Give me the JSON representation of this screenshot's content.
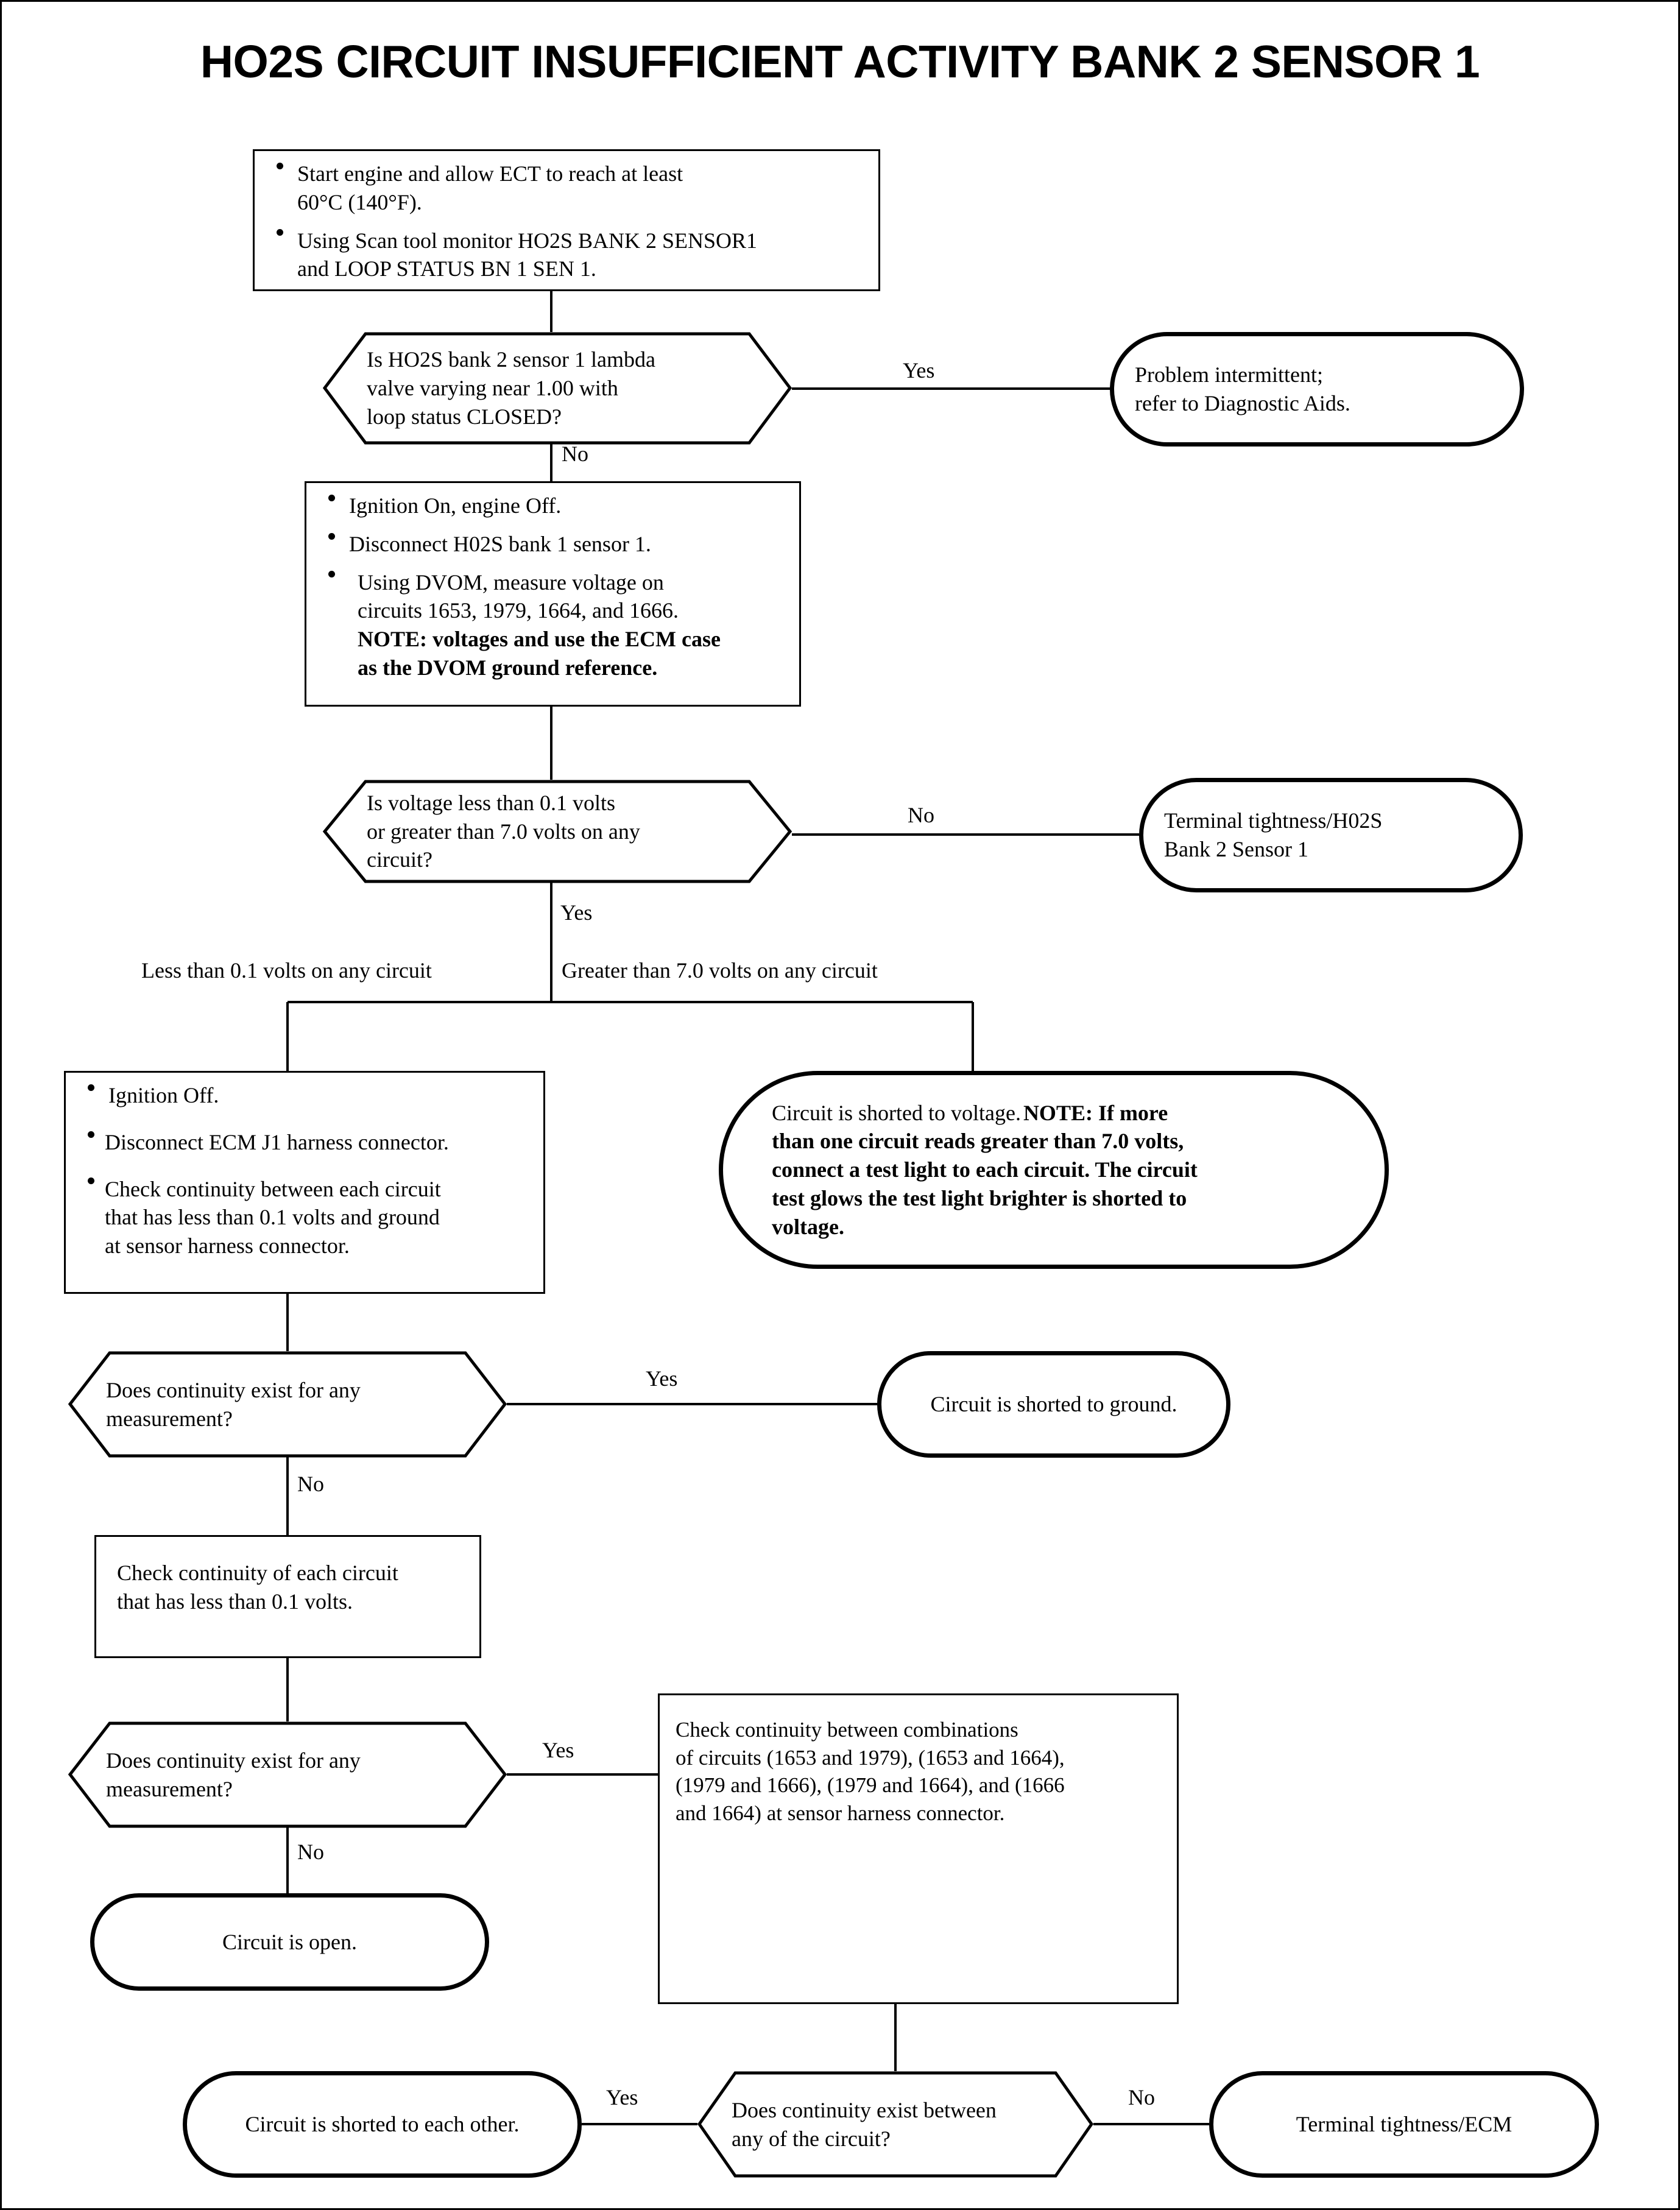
{
  "title": "HO2S CIRCUIT INSUFFICIENT ACTIVITY BANK 2 SENSOR 1",
  "colors": {
    "ink": "#000000",
    "paper": "#ffffff"
  },
  "nodes": {
    "step1": {
      "type": "process",
      "bullets": [
        "Start engine and allow ECT to reach at least 60°C (140°F).",
        "Using Scan tool monitor HO2S BANK 2 SENSOR1 and  LOOP STATUS BN 1 SEN 1."
      ],
      "b1l1": "Start engine and allow ECT to reach at least",
      "b1l2": "60°C (140°F).",
      "b2l1": "Using Scan tool monitor HO2S BANK 2 SENSOR1",
      "b2l2": "and  LOOP STATUS BN 1 SEN 1."
    },
    "dec1": {
      "type": "decision",
      "l1": "Is HO2S bank 2 sensor 1 lambda",
      "l2": "valve varying near 1.00 with",
      "l3": "loop status CLOSED?",
      "yes": "Yes",
      "no": "No"
    },
    "term1": {
      "type": "terminator",
      "l1": "Problem intermittent;",
      "l2": "refer to Diagnostic Aids."
    },
    "step2": {
      "type": "process",
      "b1": "Ignition On, engine Off.",
      "b2": "Disconnect H02S bank 1 sensor 1.",
      "b3l1": "Using DVOM, measure voltage on",
      "b3l2": "circuits 1653, 1979, 1664, and 1666.",
      "b3l3_bold": "NOTE: voltages and use the ECM case",
      "b3l4_bold": "as the DVOM ground reference."
    },
    "dec2": {
      "type": "decision",
      "l1": "Is voltage less than 0.1 volts",
      "l2": "or greater than 7.0 volts on any",
      "l3": "circuit?",
      "no": "No",
      "yes": "Yes"
    },
    "term2": {
      "type": "terminator",
      "l1": "Terminal tightness/H02S",
      "l2": "Bank 2 Sensor 1"
    },
    "split": {
      "left_label": "Less than 0.1 volts on any circuit",
      "right_label": "Greater than 7.0 volts on any circuit"
    },
    "step3": {
      "type": "process",
      "b1": "Ignition Off.",
      "b2": "Disconnect ECM J1 harness connector.",
      "b3l1": "Check continuity between each circuit",
      "b3l2": "that has less than 0.1 volts and ground",
      "b3l3": "at sensor harness connector."
    },
    "term3": {
      "type": "terminator",
      "lead": "Circuit is shorted to voltage.",
      "bold_l1": "NOTE: If more",
      "bold_l2": "than one circuit reads greater than 7.0 volts,",
      "bold_l3": "connect a test light to each circuit.  The circuit",
      "bold_l4": "test glows the test light brighter is shorted to",
      "bold_l5": "voltage."
    },
    "dec3": {
      "type": "decision",
      "l1": "Does continuity exist for any",
      "l2": "measurement?",
      "yes": "Yes",
      "no": "No"
    },
    "term4": {
      "type": "terminator",
      "l1": "Circuit is shorted to ground."
    },
    "step4": {
      "type": "process",
      "l1": "Check continuity of each circuit",
      "l2": "that has less than 0.1 volts."
    },
    "dec4": {
      "type": "decision",
      "l1": "Does continuity exist for any",
      "l2": "measurement?",
      "yes": "Yes",
      "no": "No"
    },
    "step5": {
      "type": "process",
      "l1": "Check continuity between combinations",
      "l2": "of circuits (1653 and 1979), (1653 and 1664),",
      "l3": "(1979 and 1666), (1979 and 1664), and (1666",
      "l4": "and 1664) at sensor harness connector."
    },
    "term5": {
      "type": "terminator",
      "l1": "Circuit is open."
    },
    "dec5": {
      "type": "decision",
      "l1": "Does continuity exist between",
      "l2": "any of the circuit?",
      "yes": "Yes",
      "no": "No"
    },
    "term6": {
      "type": "terminator",
      "l1": "Circuit is shorted to each other."
    },
    "term7": {
      "type": "terminator",
      "l1": "Terminal tightness/ECM"
    }
  }
}
